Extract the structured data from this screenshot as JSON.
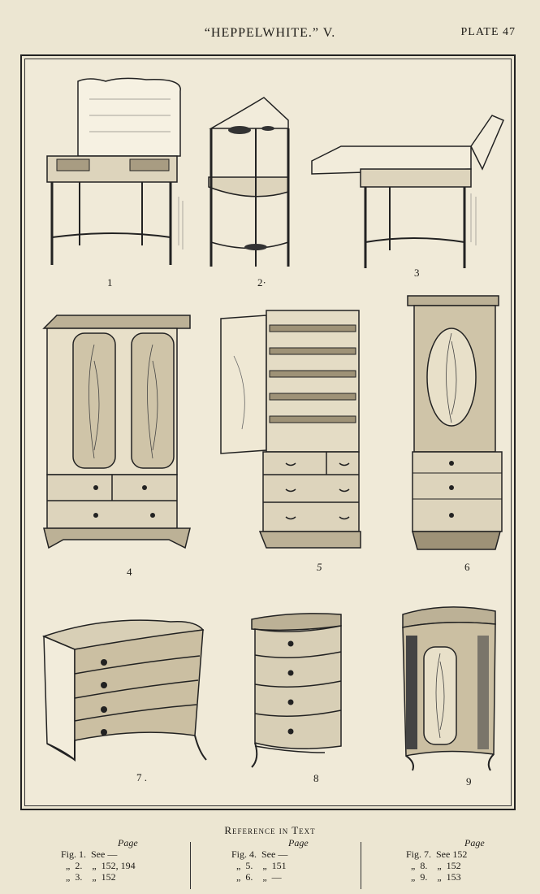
{
  "header": {
    "title": "“HEPPELWHITE.” V.",
    "plate": "PLATE 47"
  },
  "figures": [
    {
      "num": "1",
      "subject": "lift-top-dressing-table-icon"
    },
    {
      "num": "2·",
      "subject": "corner-washstand-icon"
    },
    {
      "num": "3",
      "subject": "folding-top-dressing-table-icon"
    },
    {
      "num": "4",
      "subject": "wardrobe-icon"
    },
    {
      "num": "5",
      "subject": "open-linen-press-icon"
    },
    {
      "num": "6",
      "subject": "tallboy-oval-panel-icon"
    },
    {
      "num": "7 .",
      "subject": "serpentine-chest-icon"
    },
    {
      "num": "8",
      "subject": "bow-front-chest-icon"
    },
    {
      "num": "9",
      "subject": "demilune-commode-icon"
    }
  ],
  "reference": {
    "title": "Reference in Text",
    "columns": [
      {
        "page_heading": "Page",
        "rows": [
          "Fig. 1.  See —",
          "  „  2.    „  152, 194",
          "  „  3.    „  152"
        ]
      },
      {
        "page_heading": "Page",
        "rows": [
          "Fig. 4.  See —",
          "  „  5.    „  151",
          "  „  6.    „  —"
        ]
      },
      {
        "page_heading": "Page",
        "rows": [
          "Fig. 7.  See 152",
          "  „  8.    „  152",
          "  „  9.    „  153"
        ]
      }
    ]
  }
}
